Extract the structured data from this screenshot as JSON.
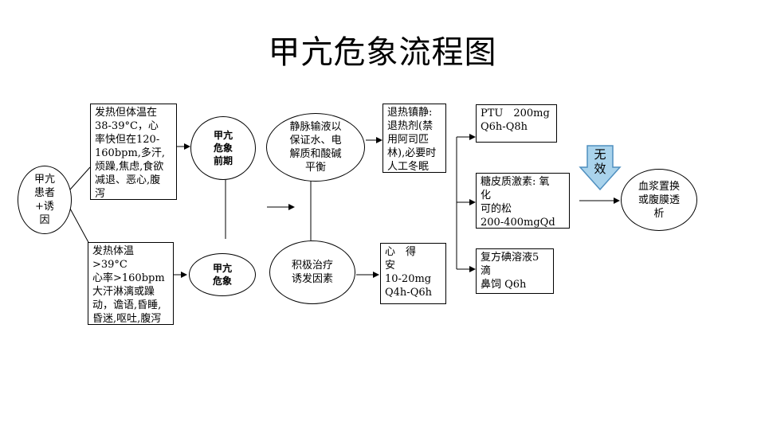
{
  "title": "甲亢危象流程图",
  "nodes": {
    "patient": "甲亢\n患者\n+诱\n因",
    "pre_symptoms": "发热但体温在\n38-39°C，心\n率快但在120-\n160bpm,多汗,\n烦躁,焦虑,食欲\n减退、恶心,腹\n泻",
    "crisis_symptoms": "发热体温\n>39°C\n心率>160bpm\n大汗淋漓或躁\n动，谵语,昏睡,\n昏迷,呕吐,腹泻",
    "pre_crisis": "甲亢\n危象\n前期",
    "crisis": "甲亢\n危象",
    "iv_fluids": "静脉输液以\n保证水、电\n解质和酸碱\n平衡",
    "treat_trigger": "积极治疗\n诱发因素",
    "sedation": "退热镇静:\n退热剂(禁\n用阿司匹\n林),必要时\n人工冬眠",
    "digoxin": "心　得\n安\n10-20mg\nQ4h-Q6h",
    "ptu": "PTU　200mg\nQ6h-Q8h",
    "steroid": "糖皮质激素: 氧\n化\n可的松\n200-400mgQd",
    "iodine": "复方碘溶液5\n滴\n鼻饲 Q6h",
    "ineffective": "无\n效",
    "plasma": "血浆置换\n或腹膜透\n析"
  },
  "colors": {
    "arrow_fill": "#a9d3ec",
    "arrow_stroke": "#4f8fbf"
  }
}
